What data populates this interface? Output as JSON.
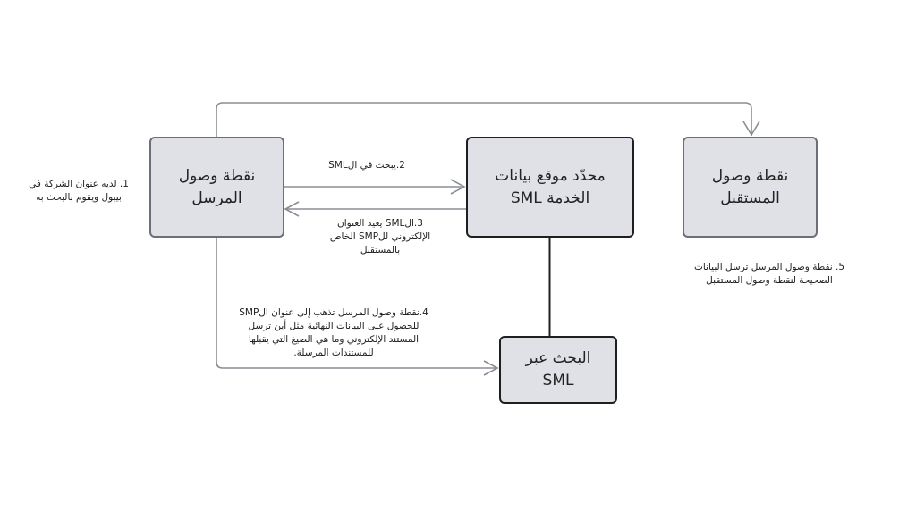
{
  "diagram": {
    "colors": {
      "node_fill": "#dfe1e6",
      "node_border_grey": "#6b6f78",
      "node_border_dark": "#1f1f1f",
      "connector_grey": "#8a8d93",
      "connector_dark": "#1f1f1f"
    },
    "nodes": {
      "sender": {
        "line1": "نقطة وصول",
        "line2": "المرسل"
      },
      "sml_locator": {
        "line1": "محدّد موقع بيانات",
        "line2": "الخدمة SML"
      },
      "receiver": {
        "line1": "نقطة وصول",
        "line2": "المستقبل"
      },
      "sml_lookup": {
        "line1": "البحث عبر",
        "line2": "SML"
      }
    },
    "labels": {
      "step1": {
        "line1": "1. لديه عنوان الشركة في",
        "line2": "بيبول ويقوم بالبحث به"
      },
      "step2": {
        "line1": "2.يبحث في الSML"
      },
      "step3": {
        "line1": "3.الSML يعيد العنوان",
        "line2": "الإلكتروني للSMP الخاص",
        "line3": "بالمستقبل"
      },
      "step4": {
        "line1": "4.نقطة وصول المرسل تذهب إلى عنوان الSMP",
        "line2": "للحصول على البيانات النهائية مثل أين ترسل",
        "line3": "المستند الإلكتروني وما هي الصيغ التي يقبلها",
        "line4": "للمستندات المرسلة."
      },
      "step5": {
        "line1": "5. نقطة وصول المرسل ترسل البيانات",
        "line2": "الصحيحة لنقطة وصول المستقبل"
      }
    }
  }
}
